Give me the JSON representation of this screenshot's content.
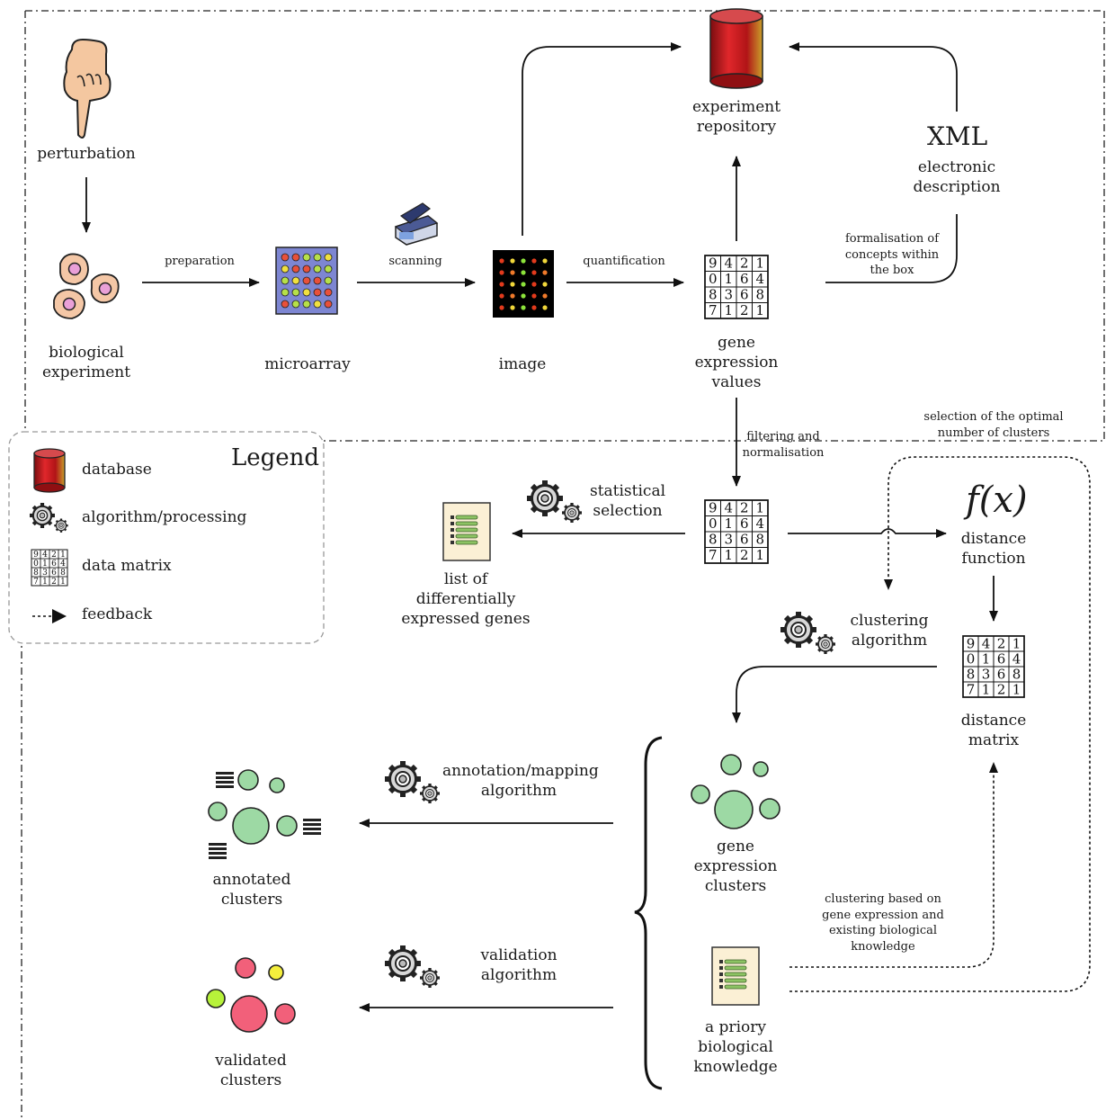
{
  "legend": {
    "title": "Legend",
    "items": [
      {
        "icon": "database-icon",
        "label": "database"
      },
      {
        "icon": "gears-icon",
        "label": "algorithm/processing"
      },
      {
        "icon": "data-matrix-icon",
        "label": "data matrix"
      },
      {
        "icon": "dashed-arrow-icon",
        "label": "feedback"
      }
    ]
  },
  "matrix_values": [
    [
      "9",
      "4",
      "2",
      "1"
    ],
    [
      "0",
      "1",
      "6",
      "4"
    ],
    [
      "8",
      "3",
      "6",
      "8"
    ],
    [
      "7",
      "1",
      "2",
      "1"
    ]
  ],
  "nodes": {
    "perturbation": "perturbation",
    "biological_experiment": "biological\nexperiment",
    "microarray": "microarray",
    "image": "image",
    "experiment_repository": "experiment\nrepository",
    "xml": "XML",
    "electronic_description": "electronic\ndescription",
    "gene_expression_values": "gene\nexpression\nvalues",
    "list_of_genes": "list of\ndifferentially\nexpressed genes",
    "distance_function_symbol": "f(x)",
    "distance_function": "distance\nfunction",
    "distance_matrix": "distance\nmatrix",
    "gene_expression_clusters": "gene\nexpression\nclusters",
    "annotated_clusters": "annotated\nclusters",
    "validated_clusters": "validated\nclusters",
    "a_priory_knowledge": "a priory\nbiological\nknowledge"
  },
  "edges": {
    "preparation": "preparation",
    "scanning": "scanning",
    "quantification": "quantification",
    "formalisation": "formalisation of\nconcepts within\nthe box",
    "filtering": "filtering and\nnormalisation",
    "statistical_selection": "statistical\nselection",
    "selection_optimal": "selection of the optimal\nnumber of clusters",
    "clustering_algorithm": "clustering\nalgorithm",
    "annotation_mapping": "annotation/mapping\nalgorithm",
    "validation": "validation\nalgorithm",
    "clustering_based": "clustering based on\ngene expression and\nexisting biological\nknowledge"
  },
  "colors": {
    "database_red": "#c0161b",
    "cluster_green": "#9dd9a4",
    "cluster_pink": "#f2607a",
    "cluster_yellow": "#f4ee3c",
    "cluster_lime": "#b7f23a",
    "cell_fill": "#f4c7a6",
    "cell_nucleus": "#e9a0d8",
    "microarray_bg": "#7d86d2",
    "list_bg": "#fbf0d5",
    "list_lines": "#8cc363",
    "image_bg": "#000000"
  }
}
